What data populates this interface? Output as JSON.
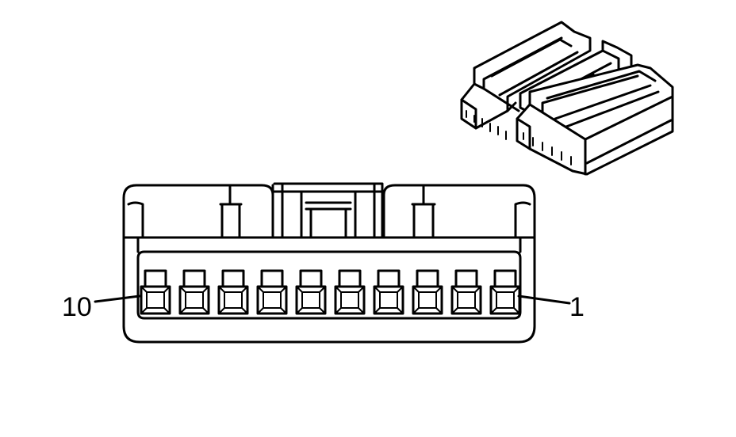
{
  "pin_labels": {
    "left": "10",
    "right": "1"
  },
  "terminal_count": 10,
  "colors": {
    "line": "#000000",
    "background": "#ffffff"
  },
  "icons": {
    "iso_view": "connector-isometric-icon"
  }
}
